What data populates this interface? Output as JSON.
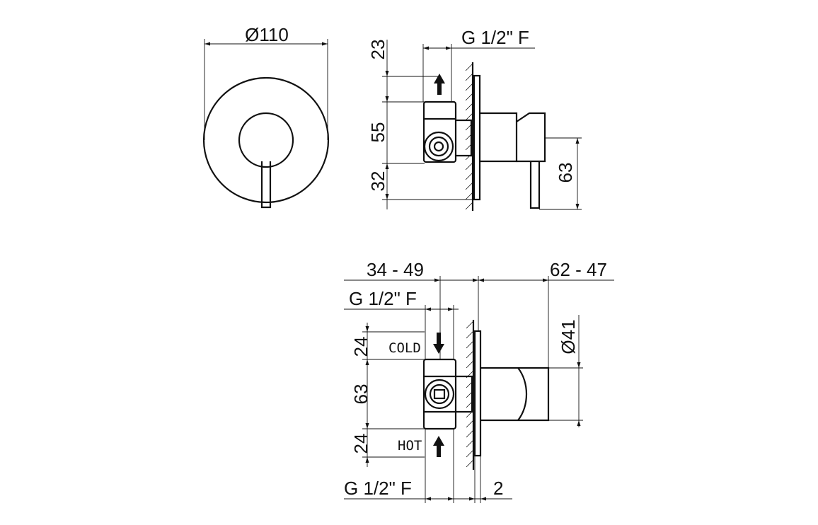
{
  "front_view": {
    "diameter_label": "Ø110"
  },
  "side_view_single": {
    "thread_label": "G 1/2\" F",
    "dim_top": "23",
    "dim_middle": "55",
    "dim_bottom": "32",
    "dim_lever": "63"
  },
  "side_view_dual": {
    "depth_left": "34 - 49",
    "depth_right": "62 - 47",
    "thread_top": "G 1/2\" F",
    "thread_bottom": "G 1/2\" F",
    "diameter_label": "Ø41",
    "dim_top": "24",
    "dim_middle": "63",
    "dim_bottom": "24",
    "cold_label": "COLD",
    "hot_label": "HOT",
    "plate_thickness": "2"
  }
}
